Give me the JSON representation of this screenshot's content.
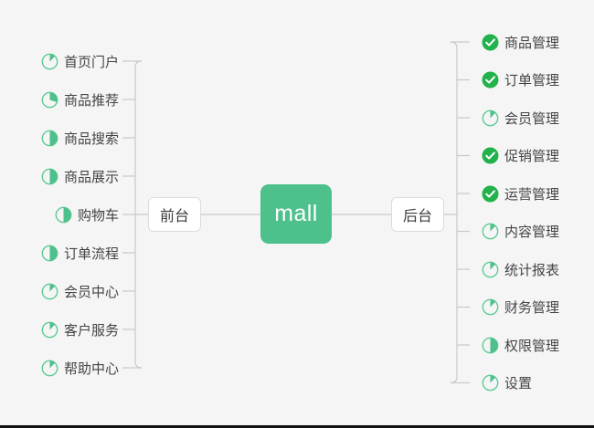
{
  "diagram": {
    "title": "mall",
    "root": {
      "label": "mall",
      "color": "#4ec08c",
      "text_color": "#ffffff"
    },
    "branches": [
      {
        "name": "frontend",
        "label": "前台",
        "side": "left"
      },
      {
        "name": "backend",
        "label": "后台",
        "side": "right"
      }
    ],
    "colors": {
      "accent": "#4ec08c",
      "done": "#22b24c",
      "progress_ring": "#5fcb95",
      "connector": "#c9c9c9",
      "background": "#f5f5f5",
      "label_text": "#444444",
      "node_border": "#dcdcdc"
    },
    "legend": {
      "done_icon": "check-circle-icon",
      "progress_icon": "pie-progress-icon"
    },
    "left_items": [
      {
        "label": "首页门户",
        "icon": "pie-progress-icon",
        "status": "in-progress",
        "progress": 12
      },
      {
        "label": "商品推荐",
        "icon": "pie-progress-icon",
        "status": "in-progress",
        "progress": 30
      },
      {
        "label": "商品搜索",
        "icon": "pie-progress-icon",
        "status": "in-progress",
        "progress": 50
      },
      {
        "label": "商品展示",
        "icon": "pie-progress-icon",
        "status": "in-progress",
        "progress": 50
      },
      {
        "label": "购物车",
        "icon": "pie-progress-icon",
        "status": "in-progress",
        "progress": 50
      },
      {
        "label": "订单流程",
        "icon": "pie-progress-icon",
        "status": "in-progress",
        "progress": 50
      },
      {
        "label": "会员中心",
        "icon": "pie-progress-icon",
        "status": "in-progress",
        "progress": 12
      },
      {
        "label": "客户服务",
        "icon": "pie-progress-icon",
        "status": "in-progress",
        "progress": 12
      },
      {
        "label": "帮助中心",
        "icon": "pie-progress-icon",
        "status": "in-progress",
        "progress": 12
      }
    ],
    "right_items": [
      {
        "label": "商品管理",
        "icon": "check-circle-icon",
        "status": "done",
        "progress": 100
      },
      {
        "label": "订单管理",
        "icon": "check-circle-icon",
        "status": "done",
        "progress": 100
      },
      {
        "label": "会员管理",
        "icon": "pie-progress-icon",
        "status": "in-progress",
        "progress": 12
      },
      {
        "label": "促销管理",
        "icon": "check-circle-icon",
        "status": "done",
        "progress": 100
      },
      {
        "label": "运营管理",
        "icon": "check-circle-icon",
        "status": "done",
        "progress": 100
      },
      {
        "label": "内容管理",
        "icon": "pie-progress-icon",
        "status": "in-progress",
        "progress": 12
      },
      {
        "label": "统计报表",
        "icon": "pie-progress-icon",
        "status": "in-progress",
        "progress": 12
      },
      {
        "label": "财务管理",
        "icon": "pie-progress-icon",
        "status": "in-progress",
        "progress": 12
      },
      {
        "label": "权限管理",
        "icon": "pie-progress-icon",
        "status": "in-progress",
        "progress": 50
      },
      {
        "label": "设置",
        "icon": "pie-progress-icon",
        "status": "in-progress",
        "progress": 12
      }
    ]
  }
}
